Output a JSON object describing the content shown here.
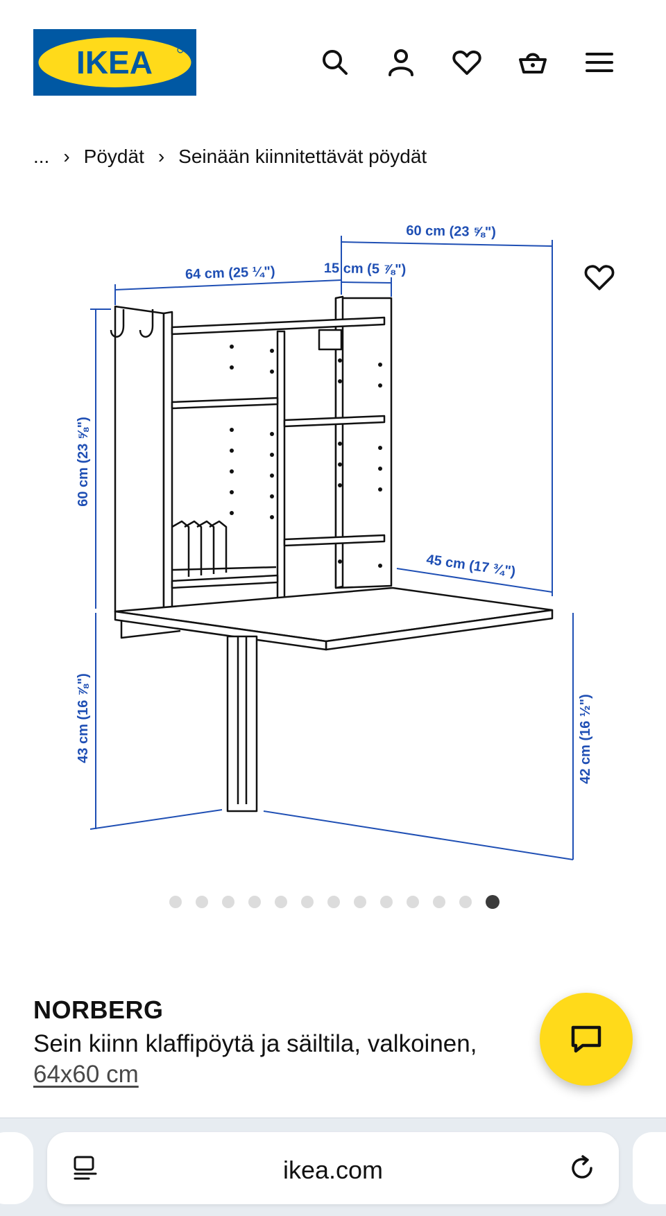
{
  "header": {
    "logo_text": "IKEA",
    "icons": [
      "search-icon",
      "user-icon",
      "heart-icon",
      "basket-icon",
      "menu-icon"
    ]
  },
  "breadcrumb": {
    "items": [
      "...",
      "Pöydät",
      "Seinään kiinnitettävät pöydät"
    ],
    "separator": "›"
  },
  "image": {
    "dimensions": {
      "width_top": "60 cm (23 ⅝\")",
      "width_front": "64 cm (25 ¼\")",
      "depth_side": "15 cm (5 ⅞\")",
      "height_upper": "60 cm (23 ⅝\")",
      "table_depth": "45 cm (17 ¾\")",
      "height_lower_left": "43 cm (16 ⅞\")",
      "height_lower_right": "42 cm (16 ½\")"
    },
    "carousel": {
      "total": 13,
      "active_index": 12
    }
  },
  "product": {
    "name": "NORBERG",
    "description": "Sein kiinn klaffipöytä ja säiltila, valkoinen,",
    "size": "64x60 cm"
  },
  "browser": {
    "url": "ikea.com"
  },
  "colors": {
    "ikea_blue": "#0058a3",
    "ikea_yellow": "#ffda1a",
    "dimension_blue": "#1f4fb4"
  }
}
